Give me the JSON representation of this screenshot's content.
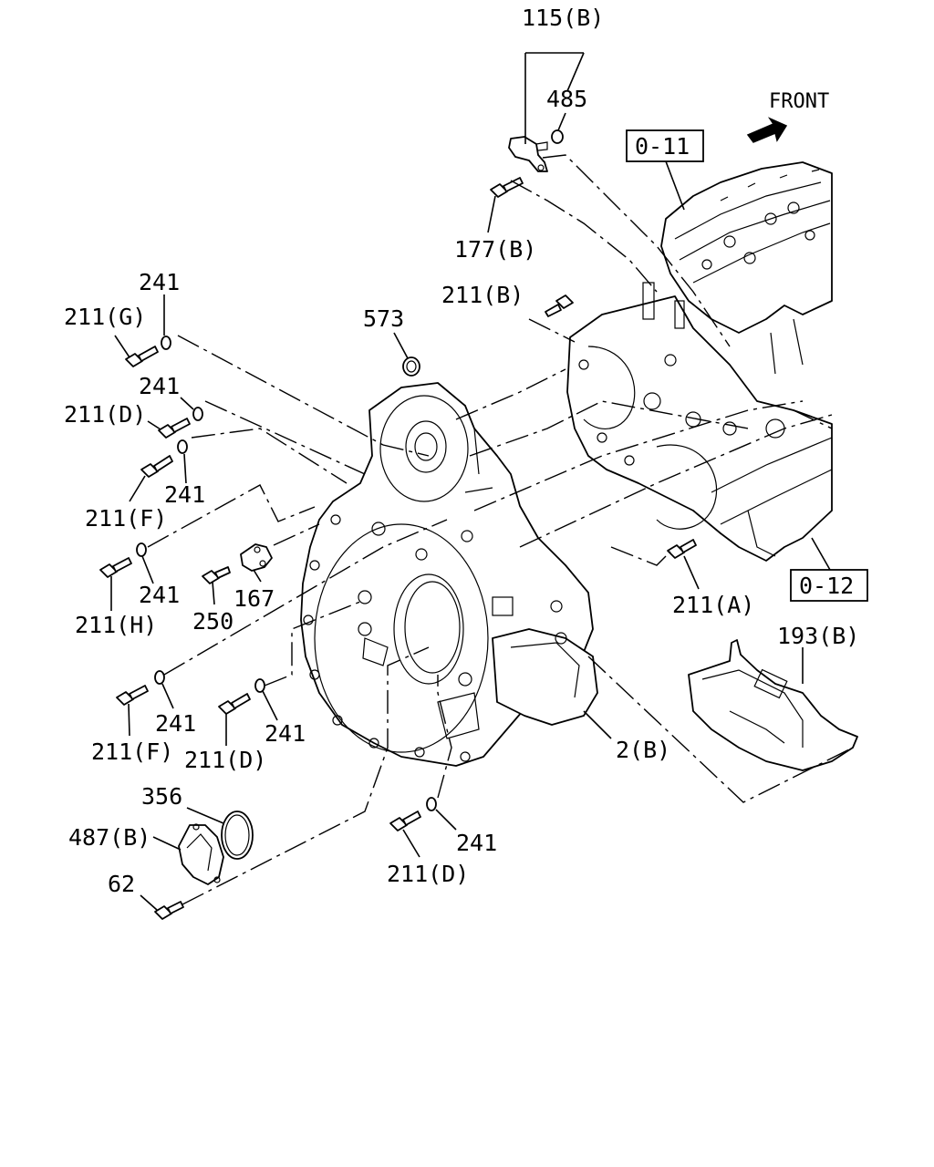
{
  "orientation": "FRONT",
  "refs": {
    "ref_top": "0-11",
    "ref_bottom": "0-12"
  },
  "labels": {
    "p115b": "115(B)",
    "p485": "485",
    "p177b": "177(B)",
    "p211b": "211(B)",
    "p241_g": "241",
    "p211g": "211(G)",
    "p573": "573",
    "p241_d1": "241",
    "p211d1": "211(D)",
    "p241_f1": "241",
    "p211f1": "211(F)",
    "p241_h": "241",
    "p211h": "211(H)",
    "p250": "250",
    "p167": "167",
    "p211a": "211(A)",
    "p193b": "193(B)",
    "p241_f2": "241",
    "p211f2": "211(F)",
    "p211d2": "211(D)",
    "p241_d2": "241",
    "p2b": "2(B)",
    "p356": "356",
    "p487b": "487(B)",
    "p62": "62",
    "p241_d3": "241",
    "p211d3": "211(D)"
  }
}
